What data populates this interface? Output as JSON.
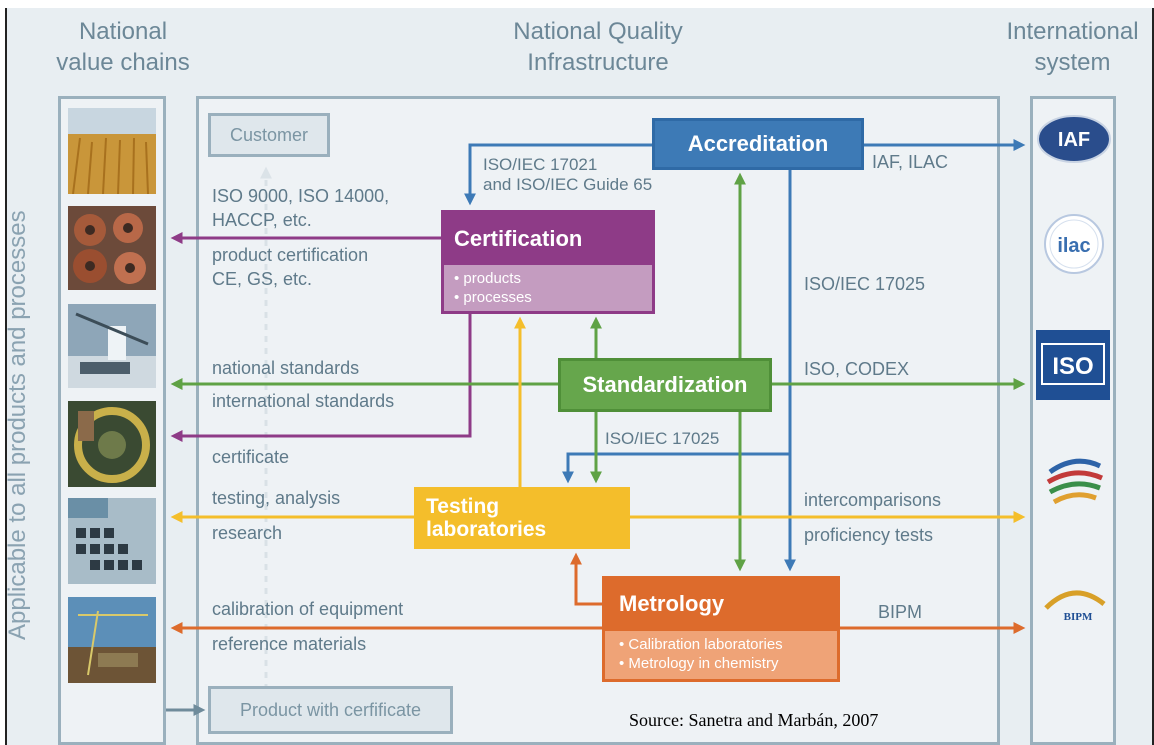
{
  "columns": {
    "left": "National\nvalue chains",
    "center": "National Quality\nInfrastructure",
    "right": "International\nsystem"
  },
  "vertical_label": "Applicable to all products and processes",
  "boxes": {
    "customer": "Customer",
    "product": "Product with cerfificate",
    "accreditation": "Accreditation",
    "certification": "Certification",
    "certification_items": [
      "• products",
      "• processes"
    ],
    "standardization": "Standardization",
    "testing": "Testing\nlaboratories",
    "metrology": "Metrology",
    "metrology_items": [
      "• Calibration laboratories",
      "• Metrology in chemistry"
    ]
  },
  "labels": {
    "iso_iec_17021": "ISO/IEC 17021\nand ISO/IEC Guide 65",
    "iaf_ilac": "IAF, ILAC",
    "iso9000": "ISO 9000, ISO 14000,\nHACCP, etc.",
    "product_cert": "product certification\nCE, GS, etc.",
    "iso17025_right": "ISO/IEC 17025",
    "national_standards": "national standards",
    "international_standards": "international standards",
    "iso_codex": "ISO, CODEX",
    "iso17025_mid": "ISO/IEC 17025",
    "certificate": "certificate",
    "testing_analysis": "testing, analysis",
    "research": "research",
    "intercomparisons": "intercomparisons",
    "proficiency": "proficiency tests",
    "calibration": "calibration of equipment",
    "reference": "reference materials",
    "bipm": "BIPM"
  },
  "logos": [
    "IAF",
    "ilac",
    "ISO",
    "",
    "BIPM"
  ],
  "source": "Source: Sanetra and Marbán, 2007",
  "colors": {
    "accreditation": "#3d7ab6",
    "certification": "#8e3b87",
    "standardization": "#5fa245",
    "testing": "#f4be2b",
    "metrology": "#dd6b2c",
    "grey_text": "#5f7a8a"
  }
}
